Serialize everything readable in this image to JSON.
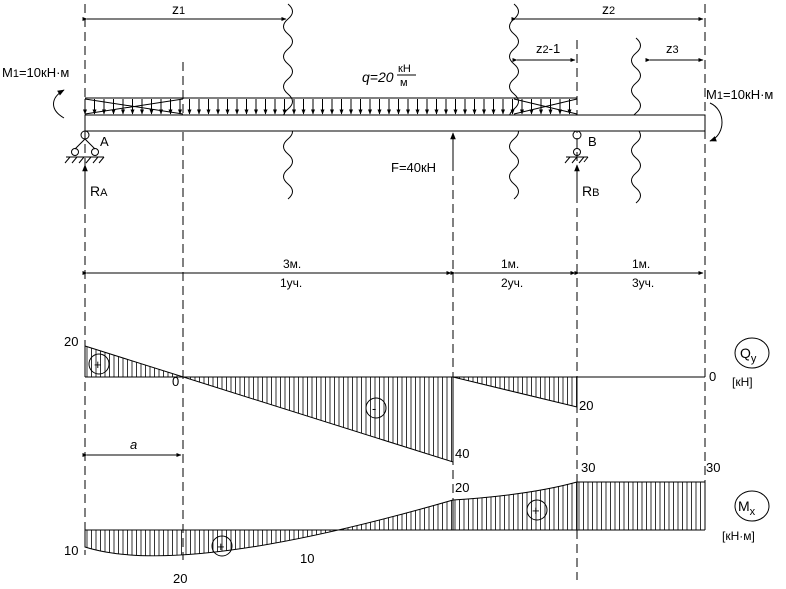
{
  "colors": {
    "ink": "#000000",
    "paper": "#ffffff"
  },
  "labels": {
    "z1": "z",
    "z1_sub": "1",
    "z2": "z",
    "z2_sub": "2",
    "z2m1": "z",
    "z2m1_sub": "2",
    "z2m1_tail": "-1",
    "z3": "z",
    "z3_sub": "3",
    "moment_left": "M",
    "moment_left_sub": "1",
    "moment_left_val": "=10кН·м",
    "moment_right": "M",
    "moment_right_sub": "1",
    "moment_right_val": "=10кН·м",
    "q_main": "q=20",
    "q_num": "кН",
    "q_den": "м",
    "support_a": "A",
    "support_b": "B",
    "ra": "R",
    "ra_sub": "A",
    "rb": "R",
    "rb_sub": "B",
    "force": "F=40кН",
    "seg1_len": "3м.",
    "seg1_name": "1уч.",
    "seg2_len": "1м.",
    "seg2_name": "2уч.",
    "seg3_len": "1м.",
    "seg3_name": "3уч.",
    "a_label": "a",
    "qy_sym": "Q",
    "qy_sub": "y",
    "qy_unit": "[кН]",
    "mx_sym": "M",
    "mx_sub": "x",
    "mx_unit": "[кН·м]",
    "plus": "+",
    "minus": "-"
  },
  "shear_values": {
    "start": "20",
    "zero_cross": "0",
    "jump_bottom": "40",
    "seg2_end": "20",
    "seg3": "0"
  },
  "moment_values": {
    "start": "10",
    "min": "20",
    "mid": "10",
    "b_left": "20",
    "b_support": "30",
    "end": "30"
  }
}
